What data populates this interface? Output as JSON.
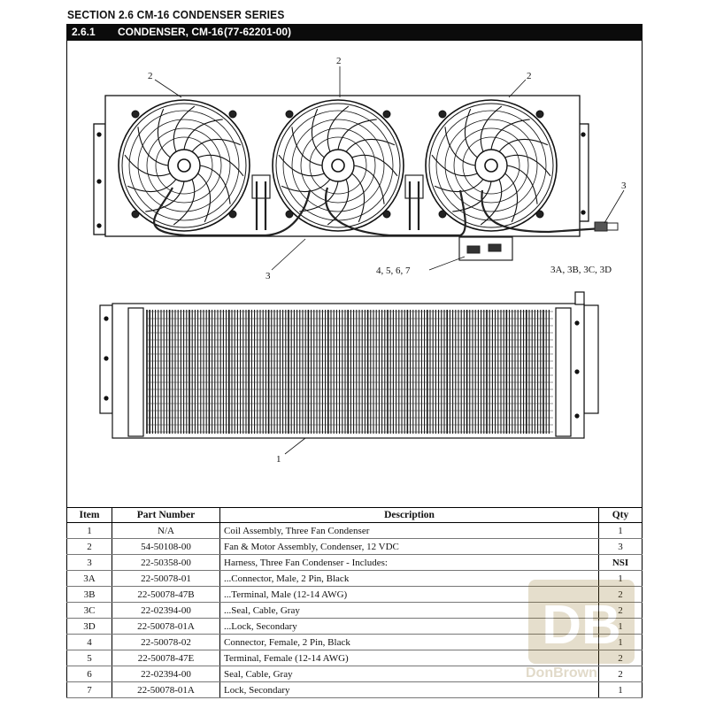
{
  "section_title": "SECTION 2.6 CM-16 CONDENSER SERIES",
  "header": {
    "number": "2.6.1",
    "title": "CONDENSER, CM-16",
    "part": "(77-62201-00)"
  },
  "callouts": {
    "fan_left": "2",
    "fan_center": "2",
    "fan_right": "2",
    "harness_right": "3",
    "harness_bottom": "3",
    "connector_group": "4, 5, 6, 7",
    "harness_parts": "3A, 3B, 3C, 3D",
    "coil": "1"
  },
  "table": {
    "headers": {
      "item": "Item",
      "part": "Part Number",
      "description": "Description",
      "qty": "Qty"
    },
    "rows": [
      {
        "item": "1",
        "part": "N/A",
        "description": "Coil Assembly, Three Fan Condenser",
        "qty": "1"
      },
      {
        "item": "2",
        "part": "54-50108-00",
        "description": "Fan & Motor Assembly, Condenser, 12 VDC",
        "qty": "3"
      },
      {
        "item": "3",
        "part": "22-50358-00",
        "description": "Harness, Three Fan Condenser - Includes:",
        "qty": "NSI"
      },
      {
        "item": "3A",
        "part": "22-50078-01",
        "description": "...Connector, Male, 2 Pin, Black",
        "qty": "1"
      },
      {
        "item": "3B",
        "part": "22-50078-47B",
        "description": "...Terminal, Male (12-14 AWG)",
        "qty": "2"
      },
      {
        "item": "3C",
        "part": "22-02394-00",
        "description": "...Seal, Cable, Gray",
        "qty": "2"
      },
      {
        "item": "3D",
        "part": "22-50078-01A",
        "description": "...Lock, Secondary",
        "qty": "1"
      },
      {
        "item": "4",
        "part": "22-50078-02",
        "description": "Connector, Female, 2 Pin, Black",
        "qty": "1"
      },
      {
        "item": "5",
        "part": "22-50078-47E",
        "description": "Terminal, Female (12-14 AWG)",
        "qty": "2"
      },
      {
        "item": "6",
        "part": "22-02394-00",
        "description": "Seal, Cable, Gray",
        "qty": "2"
      },
      {
        "item": "7",
        "part": "22-50078-01A",
        "description": "Lock, Secondary",
        "qty": "1"
      }
    ]
  },
  "watermark": {
    "text": "DonBrown"
  }
}
